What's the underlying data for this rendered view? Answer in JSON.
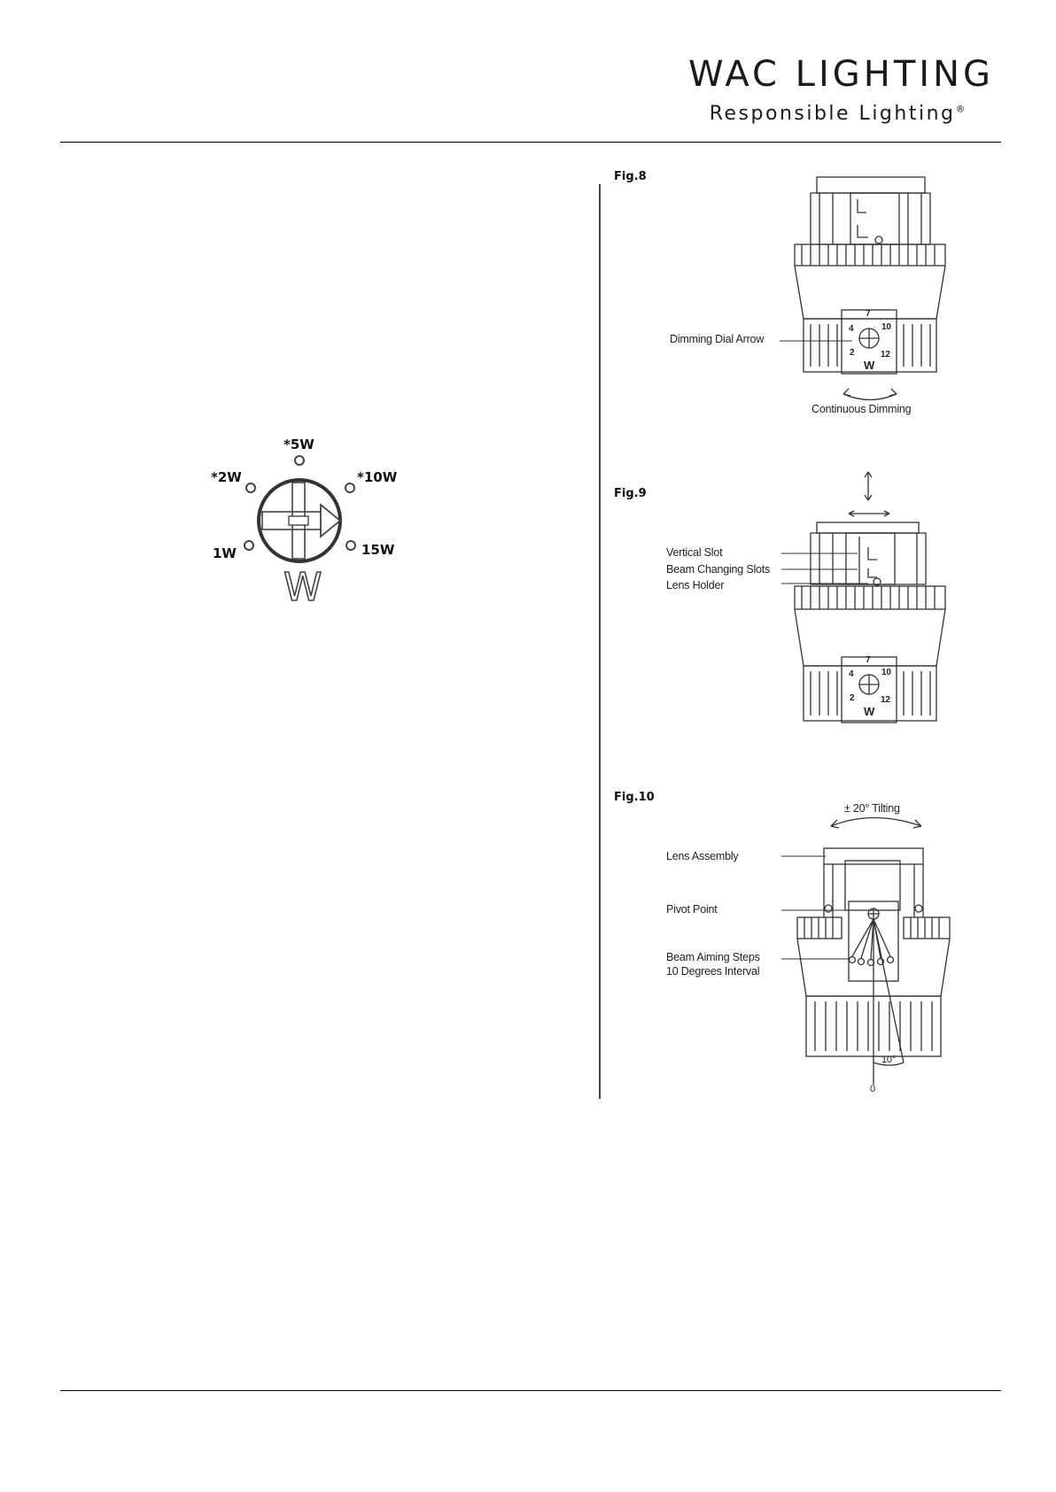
{
  "header": {
    "brand_name": "WAC LIGHTING",
    "tagline": "Responsible Lighting",
    "tagline_mark": "®"
  },
  "dial": {
    "unit_letter": "W",
    "settings": [
      {
        "label": "1W"
      },
      {
        "label": "*2W"
      },
      {
        "label": "*5W"
      },
      {
        "label": "*10W"
      },
      {
        "label": "15W"
      }
    ]
  },
  "fig8": {
    "title": "Fig.8",
    "dimming_dial_arrow": "Dimming Dial Arrow",
    "continuous_dimming": "Continuous Dimming",
    "dial_numbers": [
      "7",
      "4",
      "10",
      "2",
      "12"
    ],
    "dial_letter": "W"
  },
  "fig9": {
    "title": "Fig.9",
    "vertical_slot": "Vertical Slot",
    "beam_changing_slots": "Beam Changing Slots",
    "lens_holder": "Lens Holder",
    "dial_numbers": [
      "7",
      "4",
      "10",
      "2",
      "12"
    ],
    "dial_letter": "W"
  },
  "fig10": {
    "title": "Fig.10",
    "tilting": "± 20° Tilting",
    "lens_assembly": "Lens Assembly",
    "pivot_point": "Pivot Point",
    "beam_aiming_steps": "Beam Aiming Steps",
    "interval": "10 Degrees Interval",
    "angle": "10°",
    "zero": "0"
  },
  "colors": {
    "ink": "#1a1a1a",
    "line": "#444444"
  }
}
